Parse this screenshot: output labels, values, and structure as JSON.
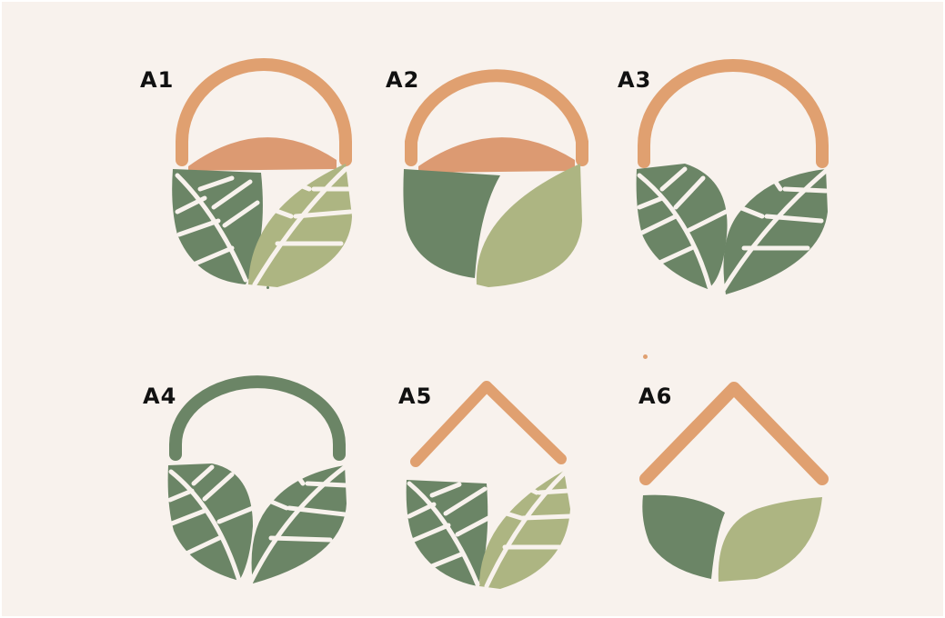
{
  "colors": {
    "background": "#f8f2ed",
    "handle_orange": "#e0a070",
    "fruit_orange": "#dc9a72",
    "leaf_dark": "#6b8566",
    "leaf_light": "#adb582",
    "handle_green": "#6b8566",
    "vein": "#f8f2ed"
  },
  "variants": [
    {
      "label": "A1",
      "handle": "arch-orange",
      "fruit": true,
      "leaves": "veined-dark-and-light"
    },
    {
      "label": "A2",
      "handle": "arch-orange",
      "fruit": true,
      "leaves": "plain-dark-and-light"
    },
    {
      "label": "A3",
      "handle": "arch-orange",
      "fruit": false,
      "leaves": "veined-dark"
    },
    {
      "label": "A4",
      "handle": "arch-green",
      "fruit": false,
      "leaves": "veined-dark"
    },
    {
      "label": "A5",
      "handle": "roof-orange",
      "fruit": false,
      "leaves": "veined-dark-and-light"
    },
    {
      "label": "A6",
      "handle": "roof-orange",
      "fruit": false,
      "leaves": "plain-dark-and-light"
    }
  ]
}
